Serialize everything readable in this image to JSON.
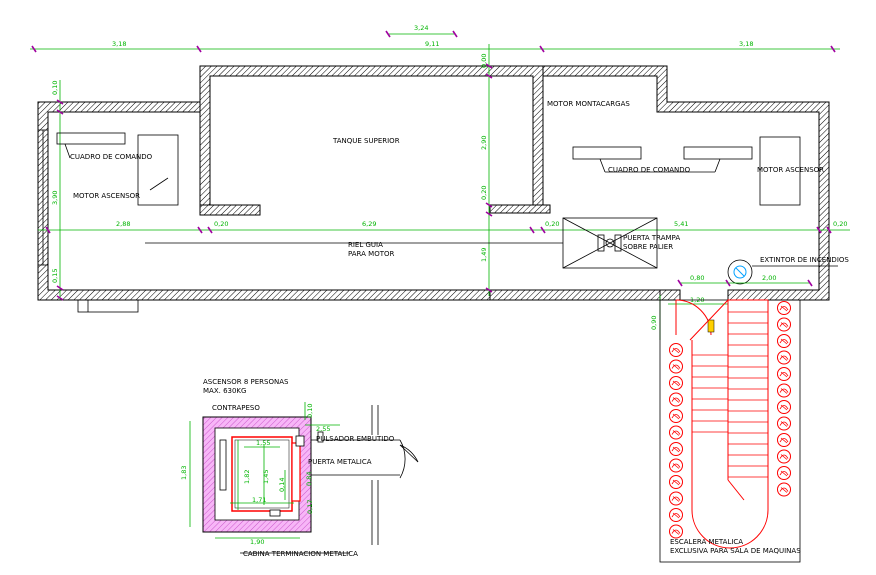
{
  "dimensions": {
    "top_offset": "3,24",
    "left_span": "3,18",
    "middle_span": "9,11",
    "right_span": "3,18",
    "top_wall_height": "0,00",
    "left_top": "0,10",
    "left_mid": "3,90",
    "left_bottom": "0,15",
    "row_left": "2,88",
    "row_gap1": "0,20",
    "row_center": "6,29",
    "row_gap2": "0,20",
    "row_right": "5,41",
    "row_end": "0,20",
    "center_v1": "2,90",
    "center_v2": "0,20",
    "center_v3": "1,49",
    "stair_w1": "0,80",
    "stair_w2": "2,00",
    "stair_w3": "1,20",
    "stair_h": "0,90"
  },
  "labels": {
    "tanque": "TANQUE SUPERIOR",
    "motor_montacargas": "MOTOR MONTACARGAS",
    "cuadro_left": "CUADRO DE COMANDO",
    "motor_asc_left": "MOTOR ASCENSOR",
    "cuadro_right": "CUADRO DE COMANDO",
    "motor_asc_right": "MOTOR ASCENSOR",
    "riel_1": "RIEL GUIA",
    "riel_2": "PARA MOTOR",
    "puerta_trampa_1": "PUERTA TRAMPA",
    "puerta_trampa_2": "SOBRE PALIER",
    "extintor": "EXTINTOR DE INCENDIOS",
    "escalera_1": "ESCALERA METALICA",
    "escalera_2": "EXCLUSIVA PARA SALA DE MAQUINAS",
    "ascensor_1": "ASCENSOR 8 PERSONAS",
    "ascensor_2": "MAX. 630KG",
    "contrapeso": "CONTRAPESO",
    "pulsador": "PULSADOR EMBUTIDO",
    "puerta_metalica": "PUERTA METALICA",
    "cabina": "CABINA TERMINACION METALICA"
  },
  "elevator_dims": {
    "h_total": "1,83",
    "w_inner": "1,55",
    "d1": "1,82",
    "d2": "1,45",
    "d3": "0,84",
    "d4": "0,14",
    "w1": "1,71",
    "w2": "1,90",
    "t1": "0,10",
    "t2": "2,55",
    "s1": "0,17"
  },
  "colors": {
    "dimension": "#00b400",
    "tick": "#a000a0",
    "stair": "#ff0000",
    "cabin_fill": "#f7b6f7",
    "hatch": "#000000"
  }
}
